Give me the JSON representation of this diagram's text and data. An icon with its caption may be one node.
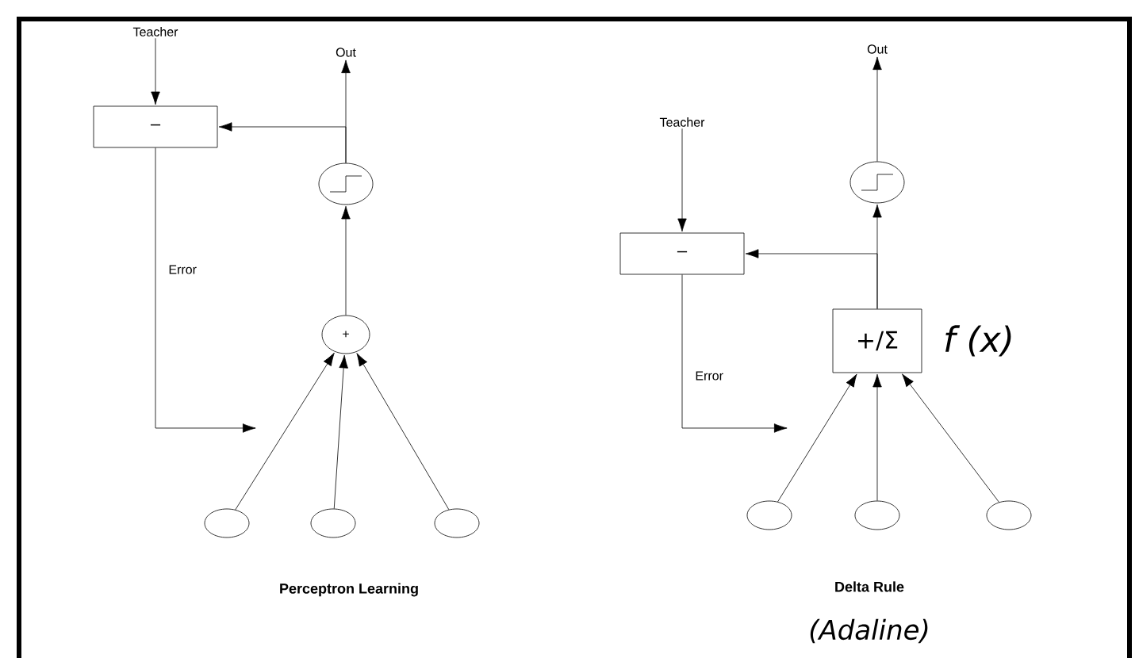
{
  "diagram": {
    "nodes": [
      {
        "text": [
          "Teacher"
        ]
      },
      {
        "text": [
          "–"
        ]
      },
      {
        "text": [
          "Out"
        ]
      },
      {
        "text": [],
        "shape": "circle"
      },
      {
        "text": [
          "+"
        ]
      },
      {
        "text": [],
        "shape": "circle"
      },
      {
        "text": [],
        "shape": "circle"
      },
      {
        "text": [],
        "shape": "circle"
      },
      {
        "text": [
          "Out"
        ]
      },
      {
        "text": [
          "Teacher"
        ]
      },
      {
        "text": [],
        "shape": "circle"
      },
      {
        "text": [
          "–"
        ]
      },
      {
        "text": [
          "+/Σ"
        ],
        "beside": [
          "*f (x)*"
        ]
      },
      {
        "text": [],
        "shape": "circle"
      },
      {
        "text": [],
        "shape": "circle"
      },
      {
        "text": [],
        "shape": "circle"
      }
    ],
    "edges": [
      {
        "from": 0,
        "to": 1,
        "arrow": "to"
      },
      {
        "from": 3,
        "to": 2,
        "arrow": "to"
      },
      {
        "from": 3,
        "to": 1,
        "arrow": "to"
      },
      {
        "from": 4,
        "to": 3,
        "arrow": "to"
      },
      {
        "from": 1,
        "to": null,
        "arrow": "to",
        "label": "Error"
      },
      {
        "from": 5,
        "to": 4,
        "arrow": "to"
      },
      {
        "from": 6,
        "to": 4,
        "arrow": "to"
      },
      {
        "from": 7,
        "to": 4,
        "arrow": "to"
      },
      {
        "from": 9,
        "to": 11,
        "arrow": "to"
      },
      {
        "from": 10,
        "to": 8,
        "arrow": "to"
      },
      {
        "from": 12,
        "to": 10,
        "arrow": "to"
      },
      {
        "from": 12,
        "to": 11,
        "arrow": "to"
      },
      {
        "from": 11,
        "to": null,
        "arrow": "to",
        "label": "Error"
      },
      {
        "from": 13,
        "to": 12,
        "arrow": "to"
      },
      {
        "from": 14,
        "to": 12,
        "arrow": "to"
      },
      {
        "from": 15,
        "to": 12,
        "arrow": "to"
      }
    ],
    "labels": [
      "Perceptron Learning",
      "Delta Rule",
      "*(Adaline)*"
    ]
  }
}
